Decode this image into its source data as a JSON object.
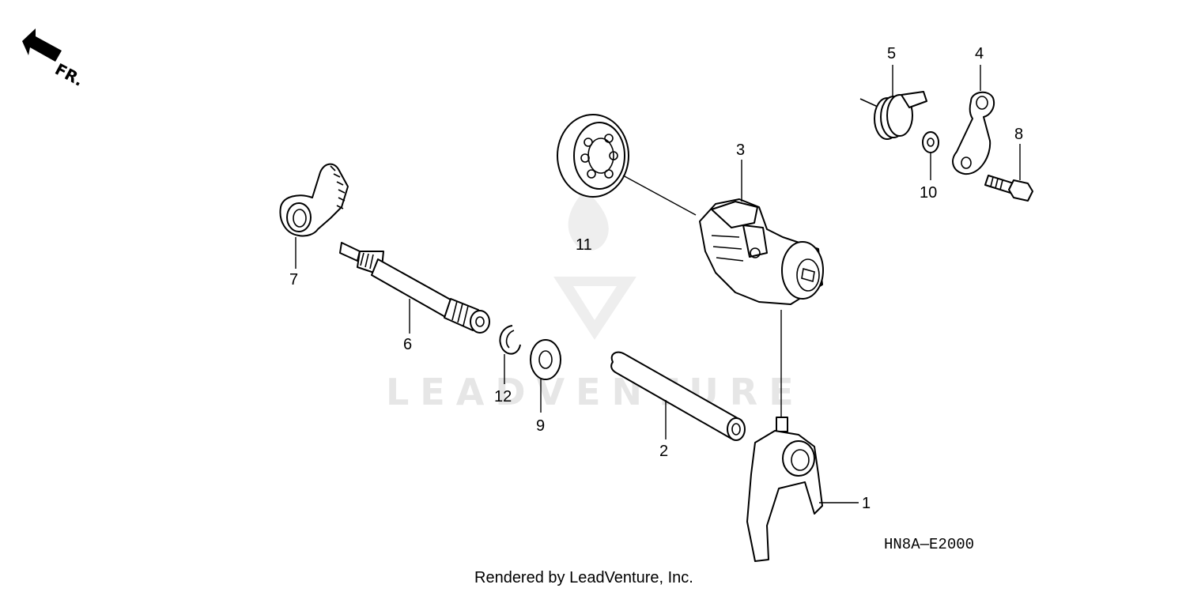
{
  "diagram": {
    "direction_label": "FR.",
    "diagram_code": "HN8A—E2000",
    "footer": "Rendered by LeadVenture, Inc.",
    "watermark": "LEADVENTURE",
    "callouts": {
      "c1": "1",
      "c2": "2",
      "c3": "3",
      "c4": "4",
      "c5": "5",
      "c6": "6",
      "c7": "7",
      "c8": "8",
      "c9": "9",
      "c10": "10",
      "c11": "11",
      "c12": "12"
    }
  }
}
